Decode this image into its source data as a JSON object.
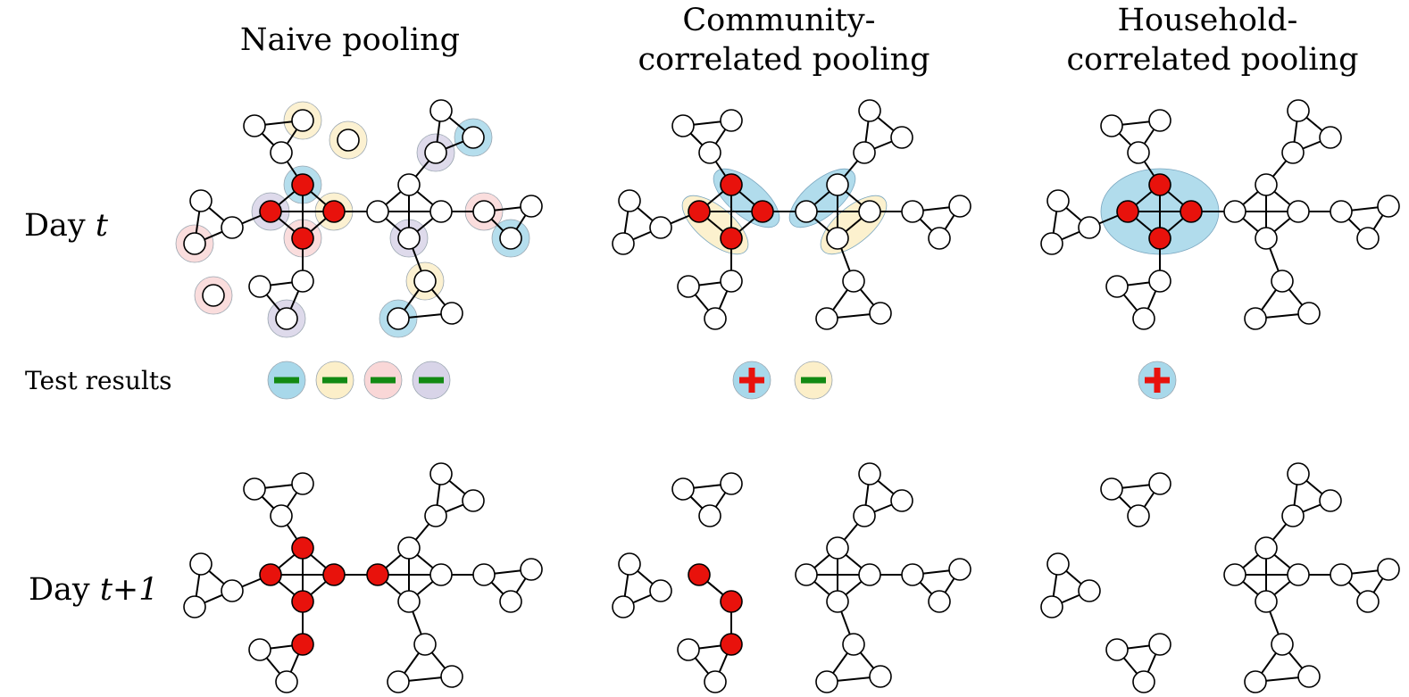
{
  "columns": [
    "Naive pooling",
    "Community-\ncorrelated pooling",
    "Household-\ncorrelated pooling"
  ],
  "rows": {
    "day_t": {
      "text": "Day ",
      "var": "t"
    },
    "test_results": "Test results",
    "day_t1": {
      "text": "Day ",
      "var": "t+1"
    }
  },
  "colors": {
    "infected": "#e8120c",
    "healthy": "#ffffff",
    "pool_blue": "#a8d8ea",
    "pool_yellow": "#fcefc9",
    "pool_red": "#f9d7d7",
    "pool_purple": "#d8d4e8",
    "negative_mark": "#138a13",
    "positive_mark": "#e8120c"
  },
  "test_results": {
    "naive": [
      {
        "pool": "pool_blue",
        "result": "negative"
      },
      {
        "pool": "pool_yellow",
        "result": "negative"
      },
      {
        "pool": "pool_red",
        "result": "negative"
      },
      {
        "pool": "pool_purple",
        "result": "negative"
      }
    ],
    "community": [
      {
        "pool": "pool_blue",
        "result": "positive"
      },
      {
        "pool": "pool_yellow",
        "result": "negative"
      }
    ],
    "household": [
      {
        "pool": "pool_blue",
        "result": "positive"
      }
    ]
  }
}
